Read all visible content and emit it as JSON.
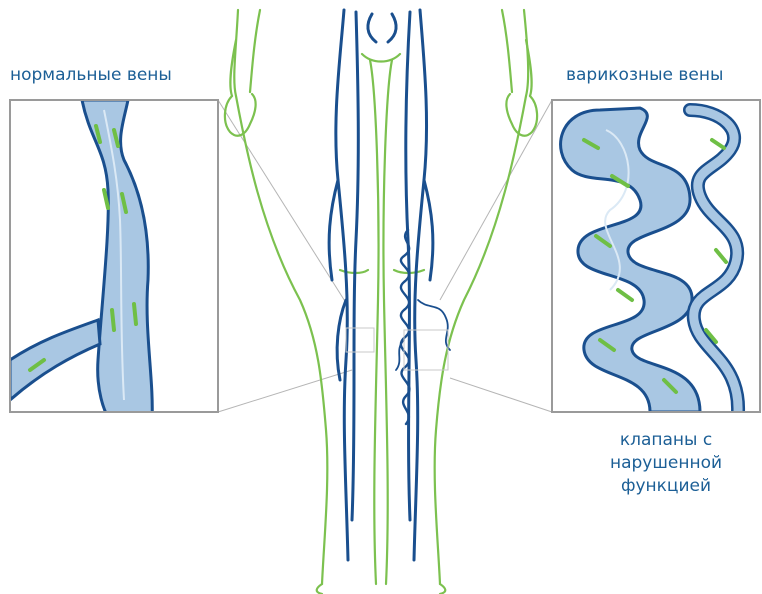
{
  "labels": {
    "normal_veins": "нормальные вены",
    "varicose_veins": "варикозные вены",
    "faulty_valves": [
      "клапаны с",
      "нарушенной",
      "функцией"
    ]
  },
  "colors": {
    "text": "#1c5f96",
    "vein_dark": "#1a4f8e",
    "vein_fill": "#a9c7e3",
    "vein_highlight": "#dbe9f5",
    "valve_green": "#6fbf45",
    "body_outline": "#7cc14f",
    "frame": "#9a9a9a",
    "connector": "#b5b5b5"
  },
  "icons": [
    "human-legs-illustration",
    "normal-vein-detail",
    "varicose-vein-detail"
  ]
}
